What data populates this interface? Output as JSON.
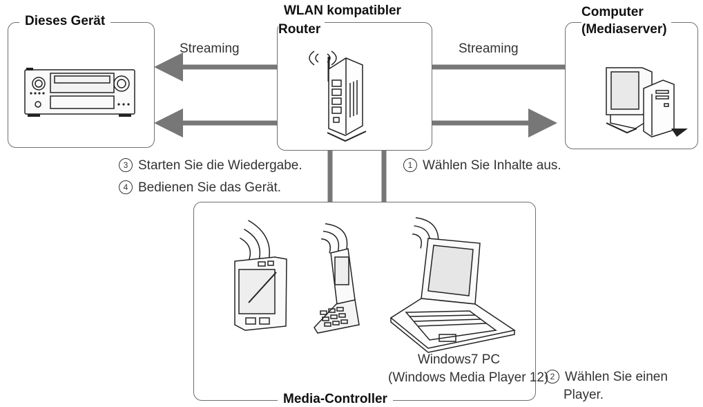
{
  "devices": {
    "this_device": "Dieses Gerät",
    "router_line1": "WLAN kompatibler",
    "router_line2": "Router",
    "computer_line1": "Computer",
    "computer_line2": "(Mediaserver)",
    "media_controller": "Media-Controller"
  },
  "arrows": {
    "streaming_left": "Streaming",
    "streaming_right": "Streaming"
  },
  "steps": [
    {
      "number": "1",
      "text": "Wählen Sie Inhalte aus."
    },
    {
      "number": "2",
      "line1": "Wählen Sie einen",
      "line2": "Player."
    },
    {
      "number": "3",
      "text": "Starten Sie die Wiedergabe."
    },
    {
      "number": "4",
      "text": "Bedienen Sie das Gerät."
    }
  ],
  "pc_caption": {
    "line1": "Windows7 PC",
    "line2": "(Windows Media Player 12)"
  },
  "colors": {
    "arrow": "#777777",
    "box_border": "#6e6e6e"
  }
}
